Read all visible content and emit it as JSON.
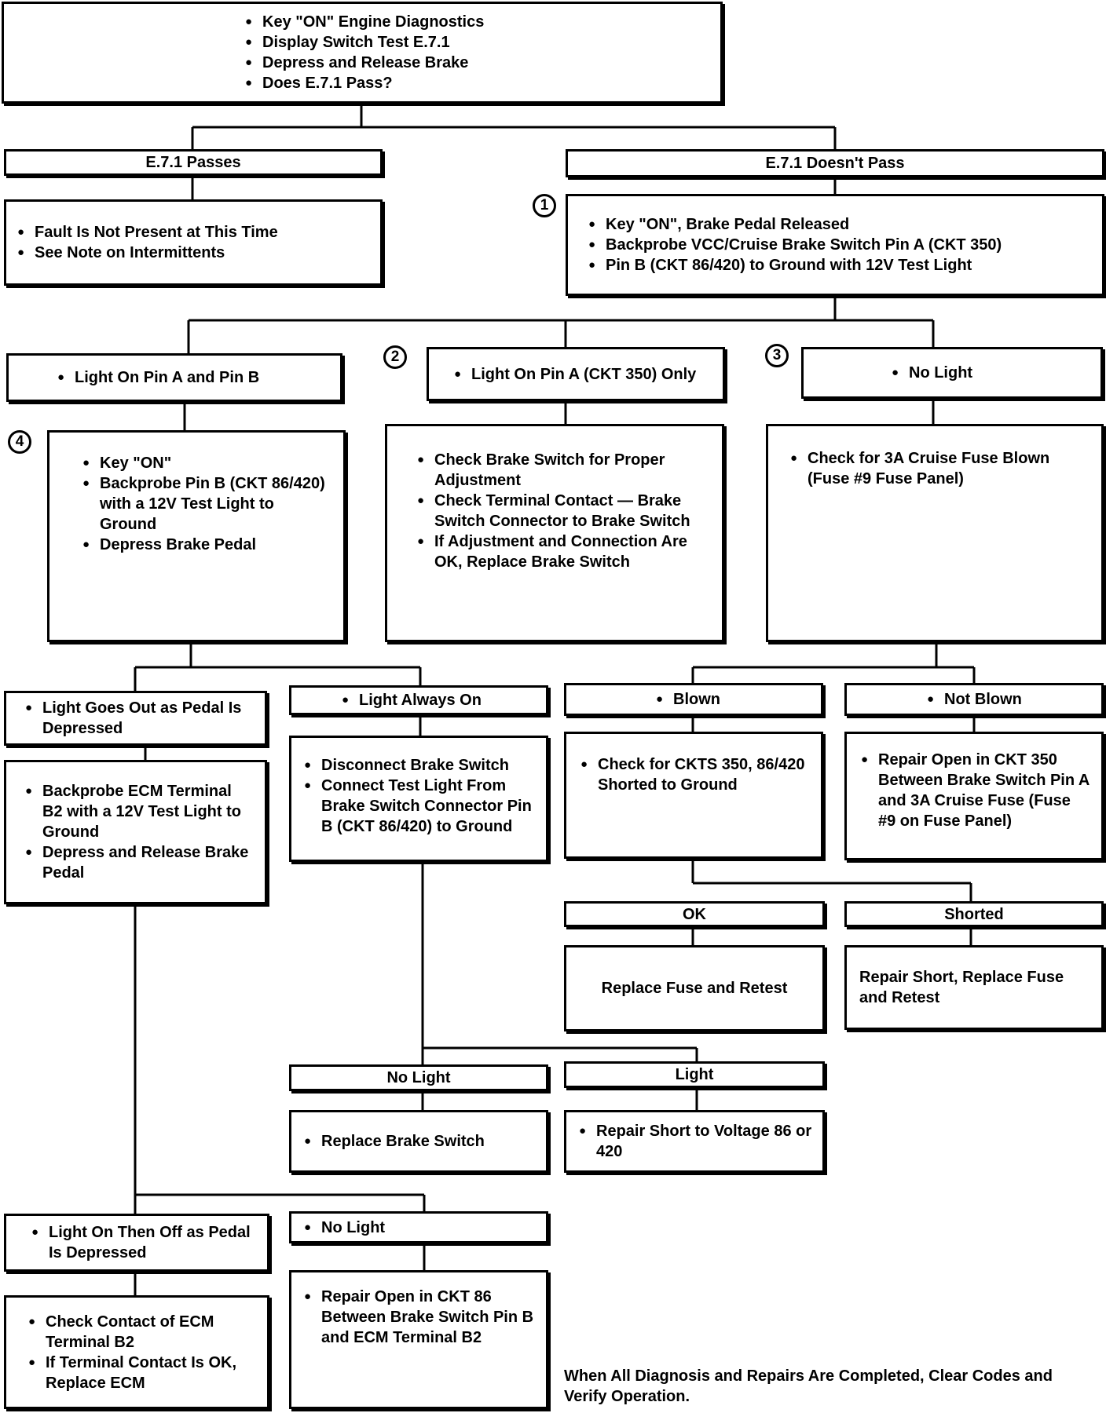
{
  "top": {
    "lines": [
      "Key \"ON\" Engine Diagnostics",
      "Display Switch Test E.7.1",
      "Depress and Release Brake",
      "Does E.7.1 Pass?"
    ]
  },
  "passes": {
    "label": "E.7.1 Passes",
    "lines": [
      "Fault Is Not Present at This Time",
      "See Note on Intermittents"
    ]
  },
  "fails": {
    "label": "E.7.1 Doesn't Pass",
    "badge": "1",
    "lines": [
      "Key \"ON\", Brake Pedal Released",
      "Backprobe VCC/Cruise Brake Switch Pin A (CKT 350)",
      "Pin B (CKT 86/420) to Ground with 12V Test Light"
    ]
  },
  "branch_a": {
    "label": "Light On Pin A and Pin B",
    "badge": "4",
    "lines": [
      "Key \"ON\"",
      "Backprobe Pin B (CKT 86/420) with a 12V Test Light to Ground",
      "Depress Brake Pedal"
    ]
  },
  "branch_b": {
    "label": "Light On Pin A (CKT 350) Only",
    "badge": "2",
    "lines": [
      "Check Brake Switch for Proper Adjustment",
      "Check Terminal Contact — Brake Switch Connector to Brake Switch",
      "If Adjustment and Connection Are OK, Replace Brake Switch"
    ]
  },
  "branch_c": {
    "label": "No Light",
    "badge": "3",
    "lines": [
      "Check for 3A Cruise Fuse Blown (Fuse #9 Fuse Panel)"
    ]
  },
  "goes_out": {
    "label": "Light Goes Out as Pedal Is Depressed",
    "lines": [
      "Backprobe ECM Terminal B2 with a 12V Test Light to Ground",
      "Depress and Release Brake Pedal"
    ]
  },
  "always_on": {
    "label": "Light Always On",
    "lines": [
      "Disconnect Brake Switch",
      "Connect Test Light From Brake Switch Connector Pin B (CKT 86/420) to Ground"
    ]
  },
  "blown": {
    "label": "Blown",
    "lines": [
      "Check for CKTS 350, 86/420 Shorted to Ground"
    ]
  },
  "not_blown": {
    "label": "Not Blown",
    "lines": [
      "Repair Open in CKT 350 Between Brake Switch Pin A and 3A Cruise Fuse (Fuse #9 on Fuse Panel)"
    ]
  },
  "ok": {
    "label": "OK",
    "action": "Replace Fuse and Retest"
  },
  "shorted": {
    "label": "Shorted",
    "action": "Repair Short, Replace Fuse and Retest"
  },
  "al_no_light": {
    "label": "No Light",
    "lines": [
      "Replace Brake Switch"
    ]
  },
  "al_light": {
    "label": "Light",
    "lines": [
      "Repair Short to Voltage 86 or 420"
    ]
  },
  "on_then_off": {
    "label": "Light On Then Off as Pedal Is Depressed",
    "lines": [
      "Check Contact of ECM Terminal B2",
      "If Terminal Contact Is OK, Replace ECM"
    ]
  },
  "ecm_no_light": {
    "label": "No Light",
    "lines": [
      "Repair Open in CKT 86 Between Brake Switch Pin B and ECM Terminal B2"
    ]
  },
  "footer": "When All Diagnosis and Repairs Are Completed, Clear Codes and Verify Operation."
}
